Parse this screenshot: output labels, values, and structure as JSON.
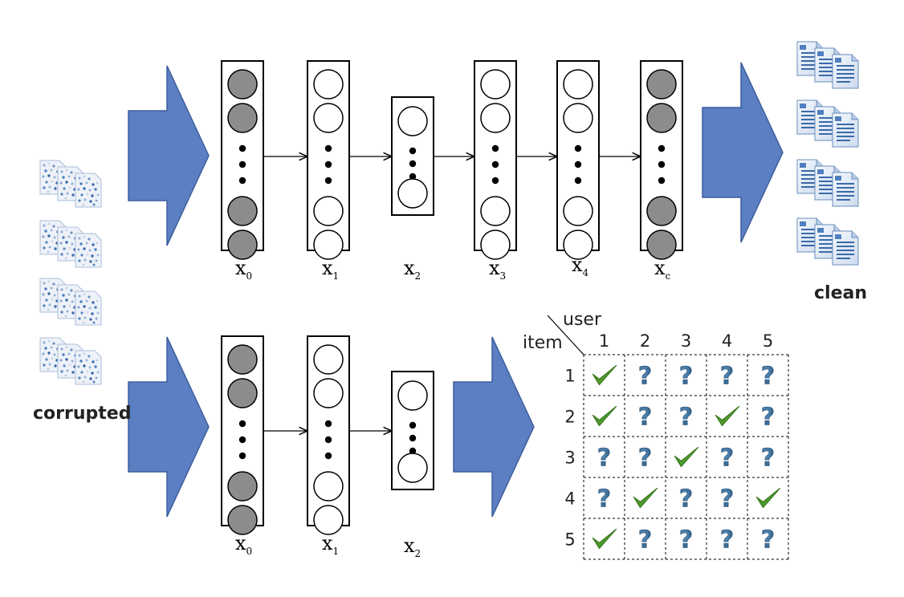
{
  "top_network": {
    "layers": [
      {
        "var": "x",
        "sub": "0"
      },
      {
        "var": "x",
        "sub": "1"
      },
      {
        "var": "x",
        "sub": "2"
      },
      {
        "var": "x",
        "sub": "3"
      },
      {
        "var": "x",
        "sub": "4"
      },
      {
        "var": "x",
        "sub": "c"
      }
    ]
  },
  "bottom_network": {
    "layers": [
      {
        "var": "x",
        "sub": "0"
      },
      {
        "var": "x",
        "sub": "1"
      },
      {
        "var": "x",
        "sub": "2"
      }
    ]
  },
  "labels": {
    "corrupted": "corrupted",
    "clean": "clean"
  },
  "matrix": {
    "user_header": "user",
    "item_header": "item",
    "columns": [
      "1",
      "2",
      "3",
      "4",
      "5"
    ],
    "rows": [
      {
        "label": "1",
        "cells": [
          "check",
          "question",
          "question",
          "question",
          "question"
        ]
      },
      {
        "label": "2",
        "cells": [
          "check",
          "question",
          "question",
          "check",
          "question"
        ]
      },
      {
        "label": "3",
        "cells": [
          "question",
          "question",
          "check",
          "question",
          "question"
        ]
      },
      {
        "label": "4",
        "cells": [
          "question",
          "check",
          "question",
          "question",
          "check"
        ]
      },
      {
        "label": "5",
        "cells": [
          "check",
          "question",
          "question",
          "question",
          "question"
        ]
      }
    ]
  },
  "colors": {
    "arrow_fill": "#5b7fc2",
    "arrow_stroke": "#3e5f9e",
    "node_gray": "#8c8c8c",
    "check_green": "#4f9a2e",
    "question_blue": "#2f5f86"
  },
  "icons": {
    "doc_clean": "document-icon",
    "doc_corrupted": "corrupted-document-icon",
    "check": "check-icon",
    "question": "question-icon"
  }
}
